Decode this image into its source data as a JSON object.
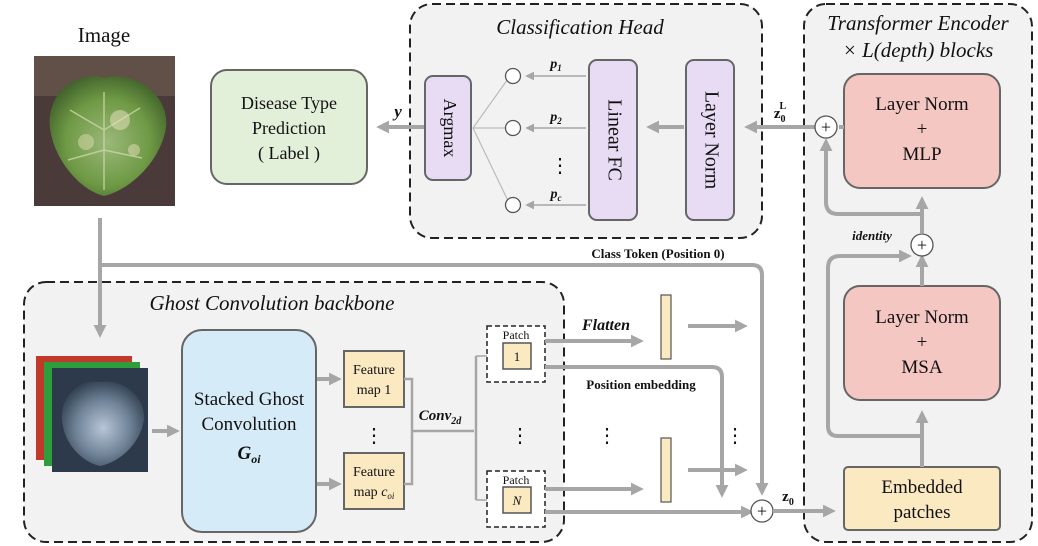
{
  "image_label": "Image",
  "head": {
    "title": "Classification Head",
    "disease": [
      "Disease Type",
      "Prediction",
      "( Label )"
    ],
    "argmax": "Argmax",
    "linear_fc": "Linear FC",
    "layer_norm": "Layer Norm",
    "y": "y",
    "p1": "p",
    "p1_sub": "1",
    "p2": "p",
    "p2_sub": "2",
    "pc": "p",
    "pc_sub": "c",
    "z0L": "z",
    "z0L_sub": "0",
    "z0L_sup": "L"
  },
  "encoder": {
    "title1": "Transformer Encoder",
    "title2": "× L(depth) blocks",
    "ln_mlp": [
      "Layer Norm",
      "+",
      "MLP"
    ],
    "ln_msa": [
      "Layer Norm",
      "+",
      "MSA"
    ],
    "identity": "identity",
    "embedded": [
      "Embedded",
      "patches"
    ]
  },
  "class_token": "Class Token (Position 0)",
  "backbone": {
    "title": "Ghost Convolution backbone",
    "stacked": [
      "Stacked Ghost",
      "Convolution"
    ],
    "goi": "G",
    "goi_sub": "oi",
    "fm1": [
      "Feature",
      "map 1"
    ],
    "fmc": [
      "Feature",
      "map "
    ],
    "fmc_var": "c",
    "fmc_sub": "oi",
    "conv": "Conv",
    "conv_sub": "2d",
    "patch1_label": "Patch",
    "patch1_num": "1",
    "patchN_label": "Patch",
    "patchN_num": "N",
    "flatten": "Flatten",
    "pos_emb": "Position embedding",
    "z0": "z",
    "z0_sub": "0"
  },
  "ellipsis": "⋮",
  "colors": {
    "disease_fill": "#e2efd9",
    "purple_fill": "#e8dcf5",
    "pink_fill": "#f4c7c3",
    "blue_fill": "#d6ebf8",
    "cream_fill": "#fbe9c2",
    "leaf_green": "#6f9a45",
    "leaf_dark": "#3c5166",
    "arrow": "#a6a6a6"
  }
}
